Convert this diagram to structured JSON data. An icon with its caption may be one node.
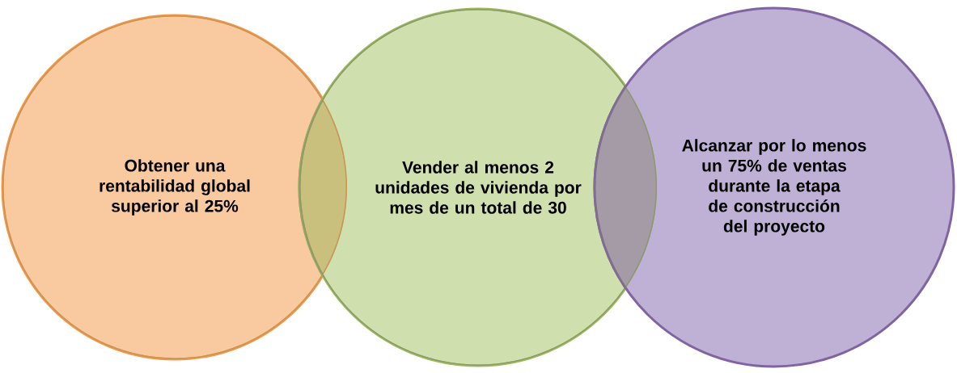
{
  "diagram": {
    "nodes": [
      {
        "text": [
          "Obtener una rentabilidad global superior al 25%"
        ]
      },
      {
        "text": [
          "Vender al menos 2 unidades de vivienda por mes de un total de 30"
        ]
      },
      {
        "text": [
          "Alcanzar por lo menos un 75% de ventas durante la etapa de construcción del proyecto"
        ]
      }
    ]
  }
}
